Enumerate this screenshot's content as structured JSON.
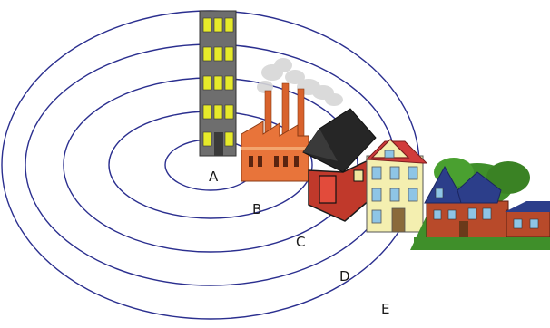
{
  "zones": [
    {
      "label": "A"
    },
    {
      "label": "B"
    },
    {
      "label": "C"
    },
    {
      "label": "D"
    },
    {
      "label": "E"
    }
  ],
  "colors": {
    "ring": "#2b2f8f",
    "tower": "#6e6e6e",
    "tower_window": "#e6ea2a",
    "factory": "#e8743a",
    "factory_roof": "#f3a56e",
    "smoke": "#cfcfcf",
    "cottage_wall": "#c0392b",
    "cottage_roof": "#222222",
    "house_wall": "#f4efb0",
    "house_trim": "#d13b3b",
    "villa_roof": "#2c3e8a",
    "villa_wall": "#b84a2a",
    "grass": "#3f8f2a"
  },
  "icons": [
    "office-tower-icon",
    "factory-icon",
    "cottage-icon",
    "townhouse-icon",
    "suburban-villa-icon"
  ]
}
